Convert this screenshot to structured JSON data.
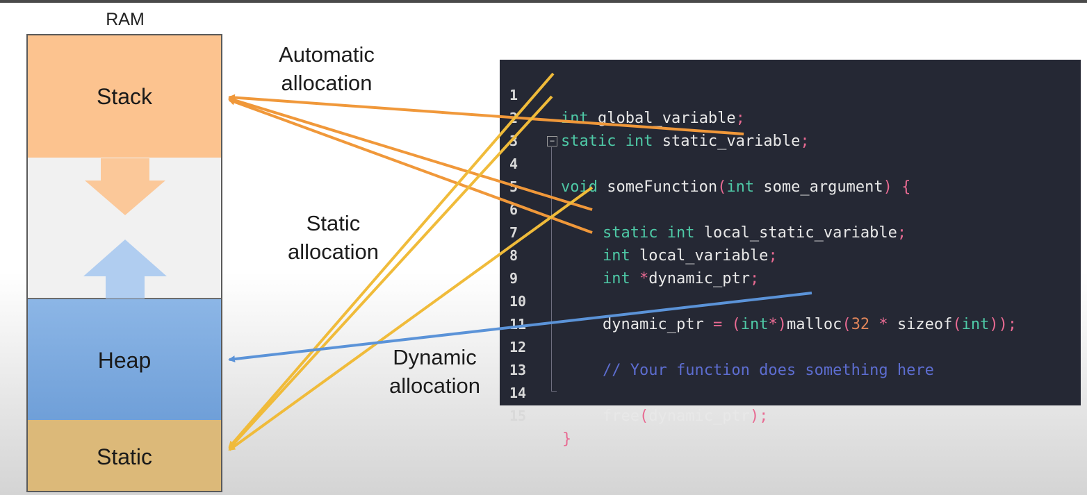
{
  "ram": {
    "title": "RAM",
    "segments": {
      "stack": "Stack",
      "heap": "Heap",
      "static": "Static"
    }
  },
  "labels": {
    "automatic": [
      "Automatic",
      "allocation"
    ],
    "static": [
      "Static",
      "allocation"
    ],
    "dynamic": [
      "Dynamic",
      "allocation"
    ]
  },
  "colors": {
    "stack_arrow": "#f0983a",
    "static_arrow": "#f0bb3a",
    "heap_arrow": "#5b93d8",
    "code_bg": "#252834",
    "keyword": "#4ec9a6"
  },
  "code": {
    "lines": [
      {
        "n": "1"
      },
      {
        "n": "2"
      },
      {
        "n": "3"
      },
      {
        "n": "4"
      },
      {
        "n": "5"
      },
      {
        "n": "6"
      },
      {
        "n": "7"
      },
      {
        "n": "8"
      },
      {
        "n": "9"
      },
      {
        "n": "10"
      },
      {
        "n": "11"
      },
      {
        "n": "12"
      },
      {
        "n": "13"
      },
      {
        "n": "14"
      },
      {
        "n": "15"
      }
    ],
    "tokens": {
      "l1_kw": "int",
      "l1_rest": " global_variable",
      "l1_p": ";",
      "l2_kw": "static int",
      "l2_rest": " static_variable",
      "l2_p": ";",
      "l4_kw": "void",
      "l4_name": " someFunction",
      "l4_p1": "(",
      "l4_kw2": "int",
      "l4_arg": " some_argument",
      "l4_p2": ") {",
      "l6_kw": "static int",
      "l6_rest": " local_static_variable",
      "l6_p": ";",
      "l7_kw": "int",
      "l7_rest": " local_variable",
      "l7_p": ";",
      "l8_kw": "int",
      "l8_star": " *",
      "l8_rest": "dynamic_ptr",
      "l8_p": ";",
      "l10_a": "dynamic_ptr ",
      "l10_eq": "= (",
      "l10_kw": "int",
      "l10_star": "*)",
      "l10_fn": "malloc",
      "l10_p1": "(",
      "l10_num": "32",
      "l10_op": " * ",
      "l10_fn2": "sizeof",
      "l10_p2": "(",
      "l10_kw2": "int",
      "l10_p3": "));",
      "l12_cmt": "// Your function does something here",
      "l14_fn": "free",
      "l14_p1": "(",
      "l14_arg": "dynamic_ptr",
      "l14_p2": ");",
      "l15_p": "}"
    },
    "fold_icon": "minus-box"
  }
}
